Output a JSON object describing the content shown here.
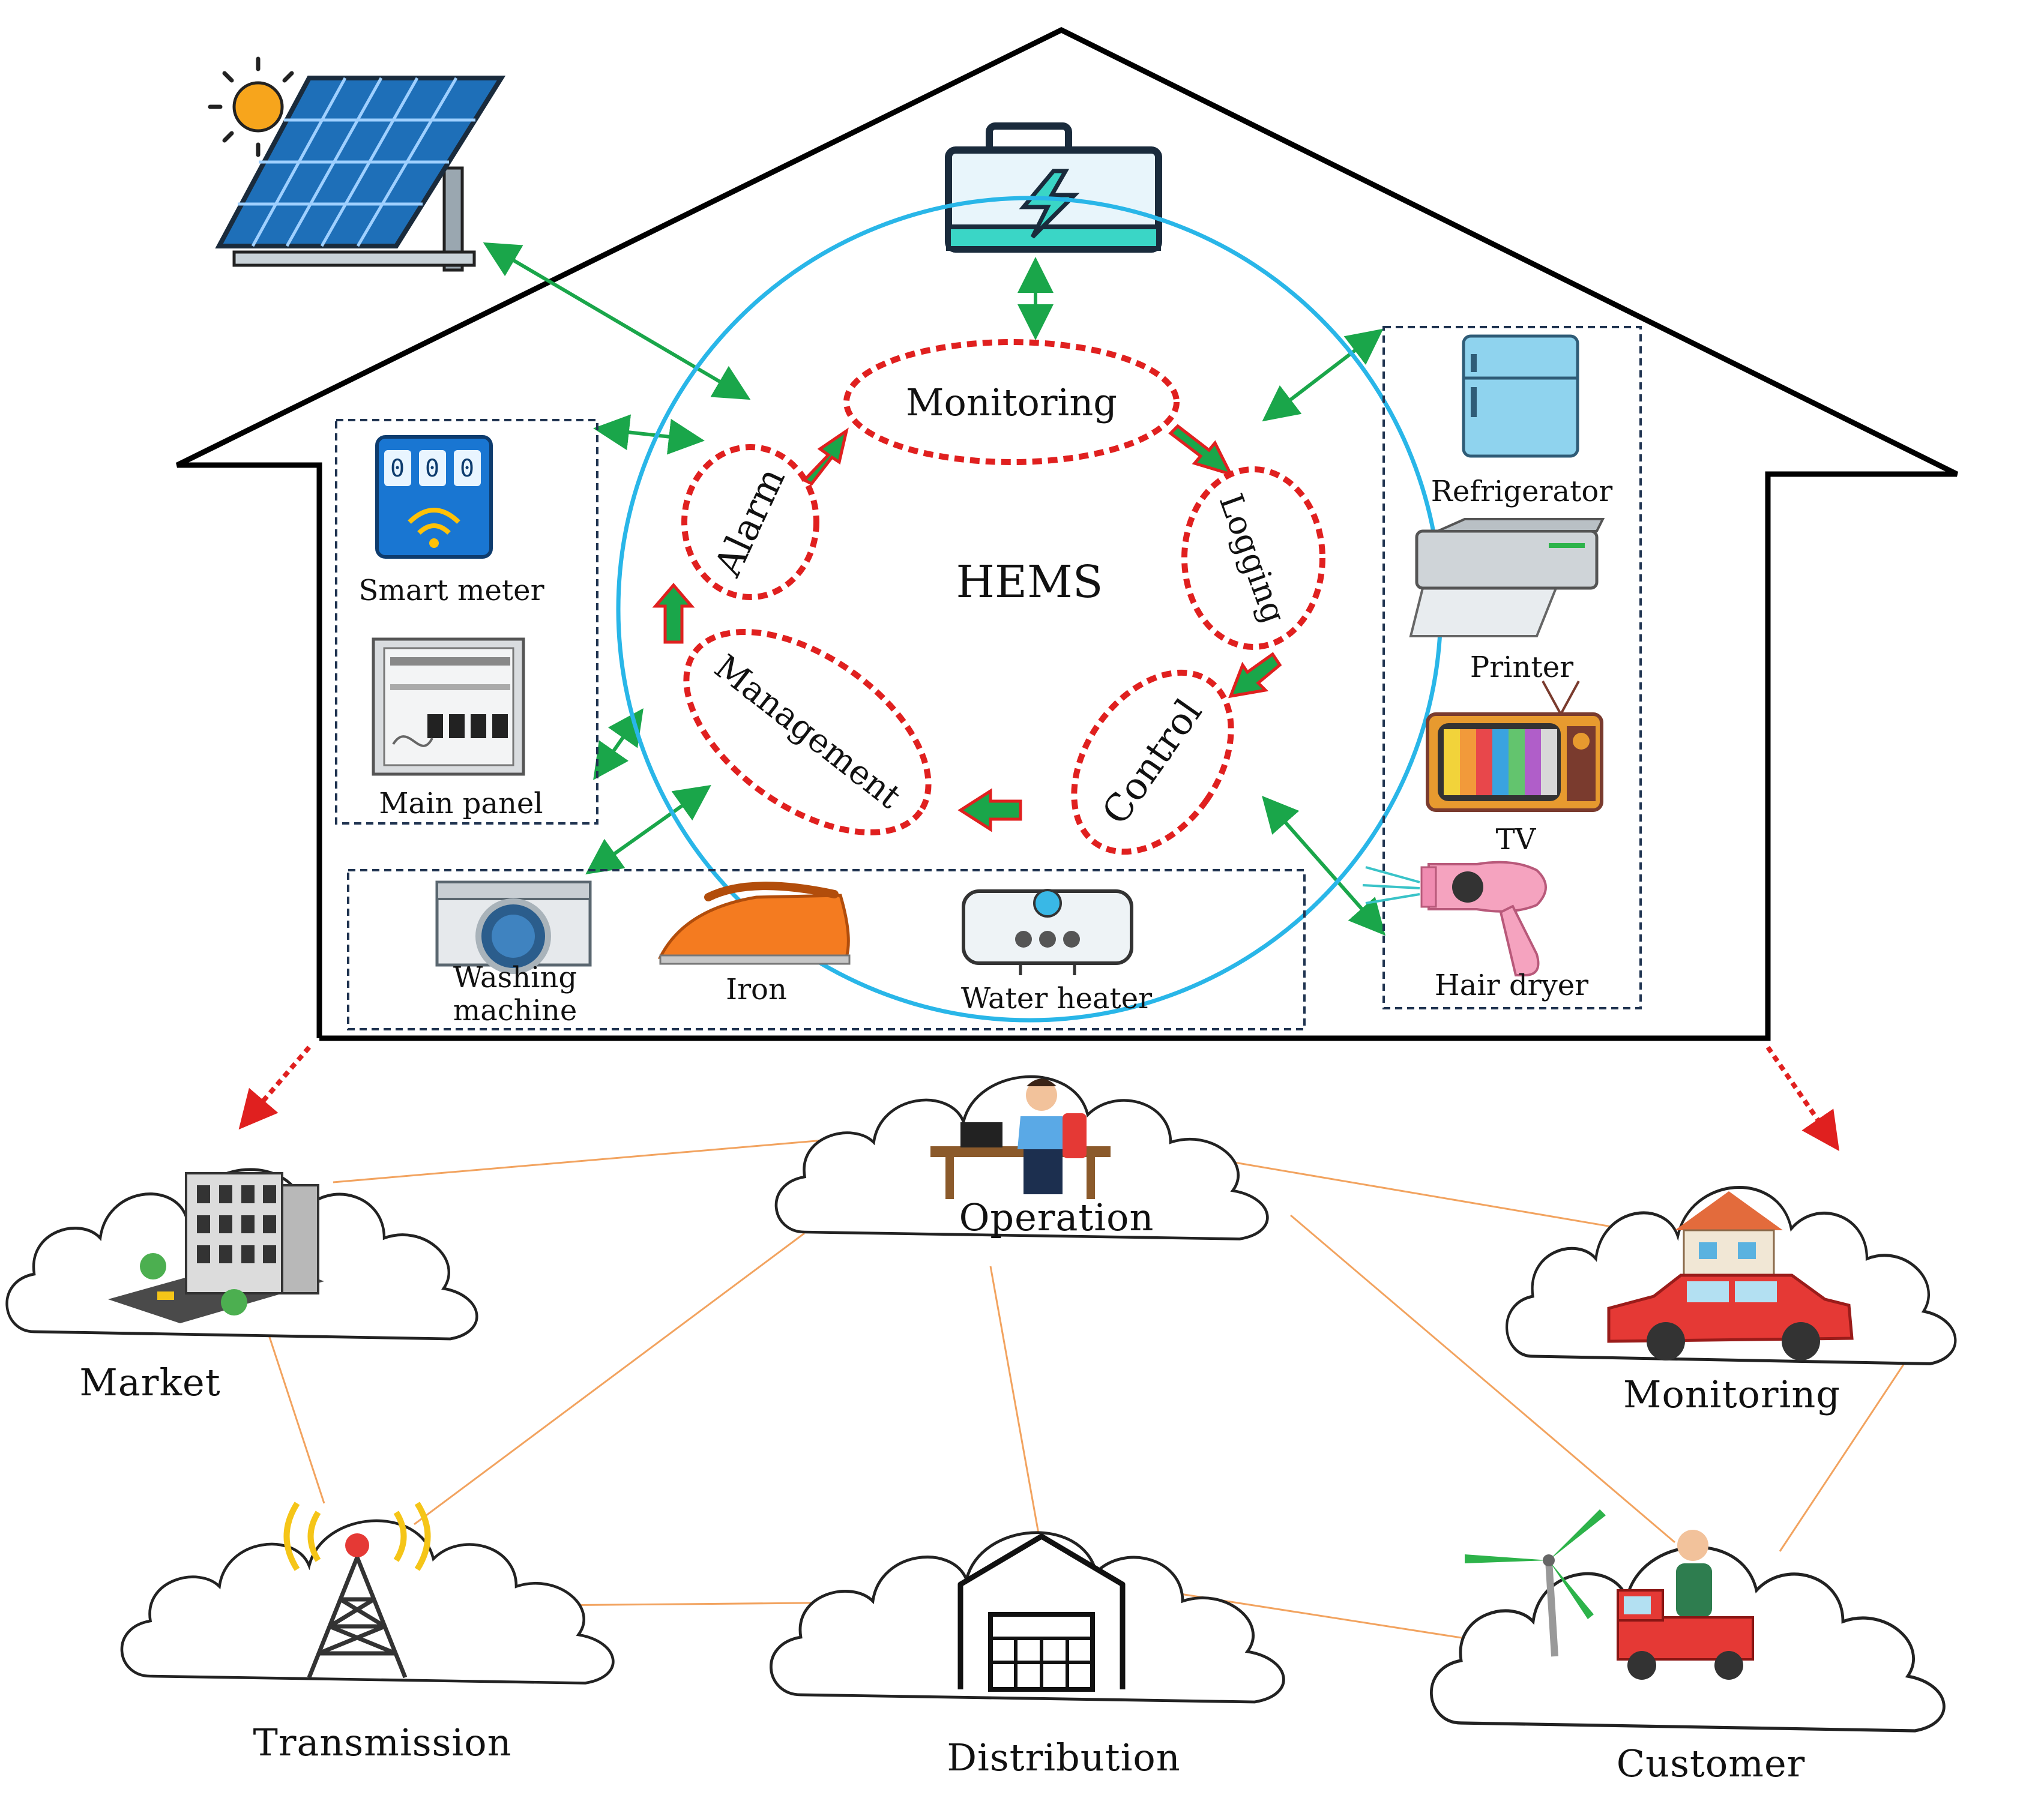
{
  "hems": {
    "center_label": "HEMS",
    "stages": {
      "monitoring": "Monitoring",
      "logging": "Logging",
      "control": "Control",
      "management": "Management",
      "alarm": "Alarm"
    }
  },
  "left_box": {
    "smart_meter_label": "Smart meter",
    "smart_meter_digits": [
      "0",
      "0",
      "0"
    ],
    "main_panel_label": "Main panel"
  },
  "right_box": {
    "refrigerator_label": "Refrigerator",
    "printer_label": "Printer",
    "tv_label": "TV",
    "hair_dryer_label": "Hair dryer"
  },
  "bottom_box": {
    "washing_machine_label_line1": "Washing",
    "washing_machine_label_line2": "machine",
    "iron_label": "Iron",
    "water_heater_label": "Water heater"
  },
  "grid": {
    "market_label": "Market",
    "operation_label": "Operation",
    "monitoring_label": "Monitoring",
    "transmission_label": "Transmission",
    "distribution_label": "Distribution",
    "customer_label": "Customer"
  },
  "colors": {
    "arrow_green": "#1aa64a",
    "circle_blue": "#29b6e8",
    "stage_red": "#e0201f",
    "grid_line_orange": "#f2a35f"
  }
}
